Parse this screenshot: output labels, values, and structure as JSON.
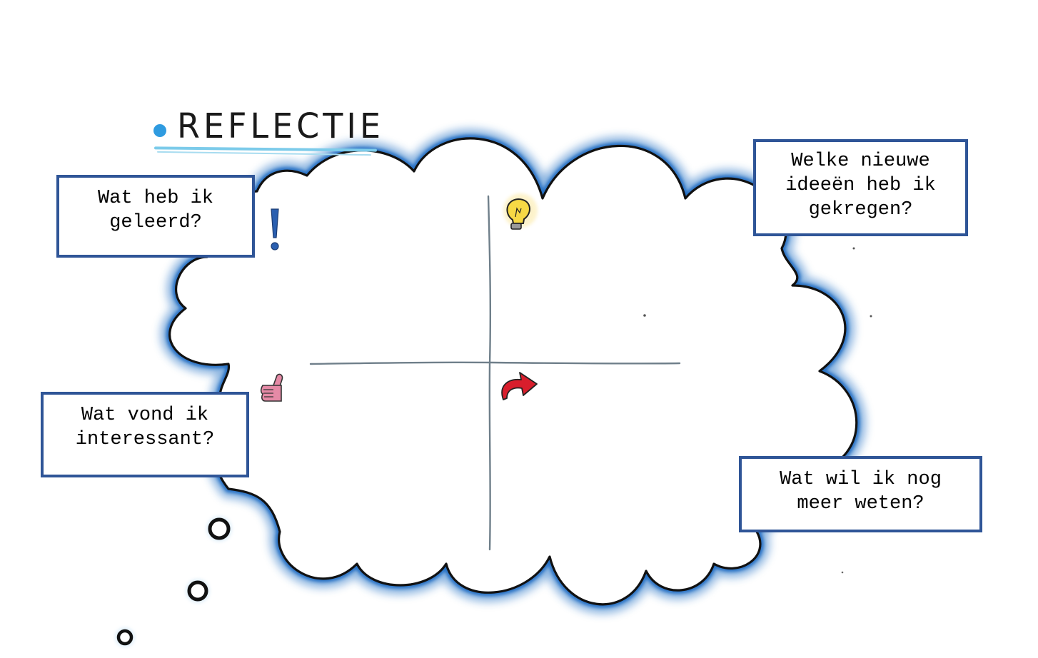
{
  "title": "REFLECTIE",
  "questions": {
    "learned": "Wat heb ik\ngeleerd?",
    "ideas": "Welke nieuwe\nideeën heb ik\ngekregen?",
    "interesting": "Wat vond ik\ninteressant?",
    "more": "Wat wil ik nog\nmeer weten?"
  },
  "icons": {
    "top_left": "exclamation-icon",
    "top_right": "lightbulb-icon",
    "bottom_left": "thumbs-up-icon",
    "bottom_right": "arrow-forward-icon",
    "bubbles": "thought-bubble-trail"
  },
  "colors": {
    "cloud_outline": "#111111",
    "cloud_glow": "#2e78c7",
    "title_accent": "#2f9be0",
    "box_border": "#2f5597",
    "lightbulb": "#f4d03f",
    "exclamation": "#2a5fb0",
    "thumbs_up": "#e58aa6",
    "arrow": "#d81e2c"
  }
}
